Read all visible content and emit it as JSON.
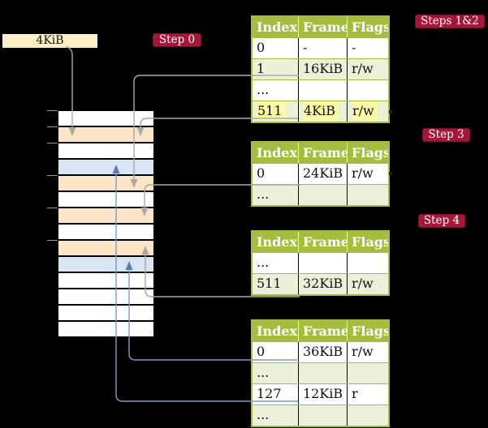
{
  "frame_label": "4KiB",
  "badges": {
    "step0": "Step 0",
    "steps12": "Steps 1&2",
    "step3": "Step 3",
    "step4": "Step 4"
  },
  "page_tables": [
    {
      "name": "page-table-steps-1-2",
      "headers": [
        "Index",
        "Frame",
        "Flags"
      ],
      "rows": [
        [
          "0",
          "-",
          "-"
        ],
        [
          "1",
          "16KiB",
          "r/w"
        ],
        [
          "...",
          "",
          ""
        ],
        [
          "511",
          "4KiB",
          "r/w"
        ]
      ],
      "highlighted_row_index": 3
    },
    {
      "name": "page-table-step-3",
      "headers": [
        "Index",
        "Frame",
        "Flags"
      ],
      "rows": [
        [
          "0",
          "24KiB",
          "r/w"
        ],
        [
          "...",
          "",
          ""
        ]
      ]
    },
    {
      "name": "page-table-step-4-upper",
      "headers": [
        "Index",
        "Frame",
        "Flags"
      ],
      "rows": [
        [
          "...",
          "",
          ""
        ],
        [
          "511",
          "32KiB",
          "r/w"
        ]
      ]
    },
    {
      "name": "page-table-step-4-lower",
      "headers": [
        "Index",
        "Frame",
        "Flags"
      ],
      "rows": [
        [
          "0",
          "36KiB",
          "r/w"
        ],
        [
          "...",
          "",
          ""
        ],
        [
          "127",
          "12KiB",
          "r"
        ],
        [
          "...",
          "",
          ""
        ]
      ]
    }
  ],
  "memory": {
    "rows": [
      "white",
      "orange",
      "white",
      "blue",
      "orange",
      "white",
      "orange",
      "white",
      "orange",
      "blue",
      "white",
      "white",
      "white",
      "white"
    ],
    "ticks_y": [
      136,
      156,
      176,
      216,
      256,
      296
    ]
  },
  "colors": {
    "background": "#000000",
    "table_green": "#a5bd3f",
    "row_green": "#ebf0d9",
    "badge_red": "#a5173a",
    "label_cream": "#fcf0c8",
    "mem_orange": "#fce4c7",
    "mem_blue": "#d8e5f2",
    "highlight_yellow": "#fdfaa5",
    "arrow_gray": "#a9a9a9",
    "arrow_blue": "#7e99c2",
    "arrow_blue_head": "#5d7cab",
    "tick_gray": "#999999"
  }
}
